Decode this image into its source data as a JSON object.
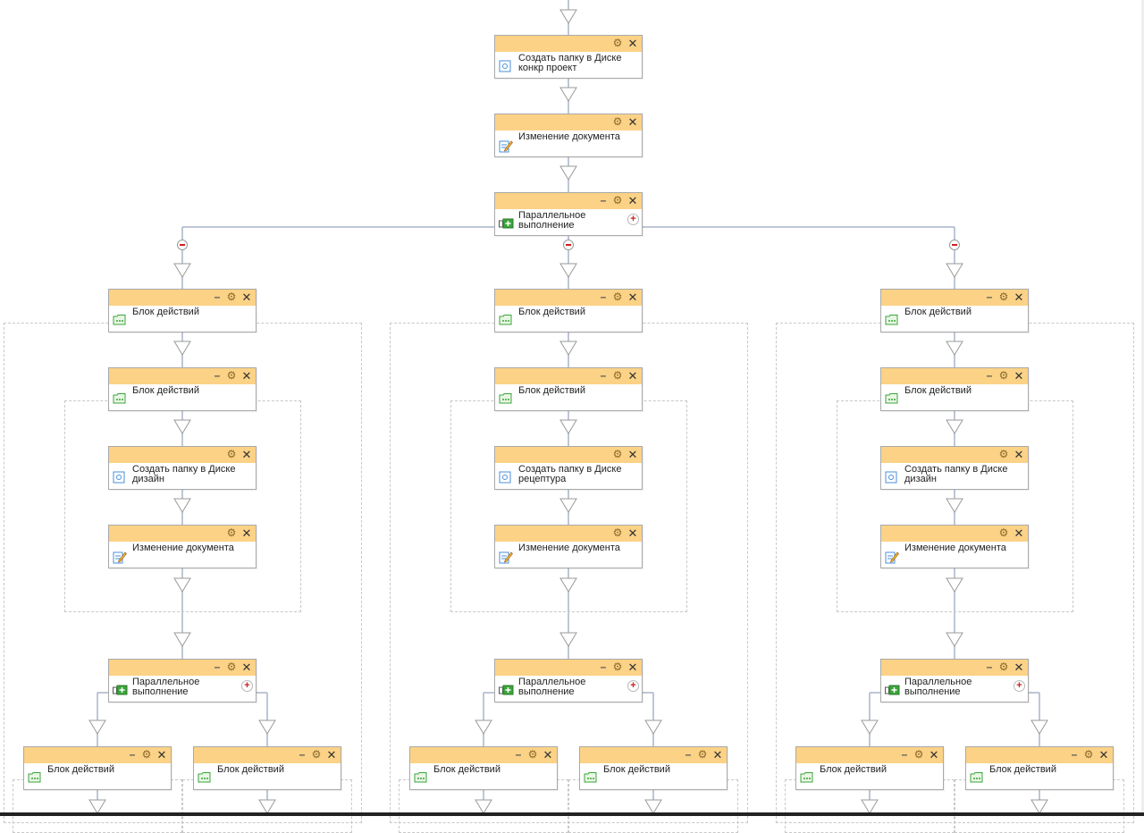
{
  "ui": {
    "controls": {
      "minimize": "–",
      "settings": "⚙",
      "close": "✕",
      "add": "+"
    }
  },
  "colors": {
    "header": "#fbd286",
    "connector": "#a8b4c8",
    "close_red": "#d21c1c",
    "icon_green": "#3aa53a",
    "icon_blue": "#4a8fd8"
  },
  "icons": {
    "folder": "folder-icon",
    "document": "edit-document-icon",
    "parallel": "parallel-execution-icon",
    "actions": "action-block-icon"
  },
  "workflow": {
    "top_blocks": [
      {
        "label": "Создать папку в Диске конкр проект",
        "icon": "folder",
        "minimize": false
      },
      {
        "label": "Изменение документа",
        "icon": "document",
        "minimize": false
      },
      {
        "label": "Параллельное выполнение",
        "icon": "parallel",
        "minimize": true
      }
    ],
    "branches": [
      {
        "outer": "Блок действий",
        "inner": "Блок действий",
        "steps": [
          "Создать папку в Диске дизайн",
          "Изменение документа"
        ],
        "parallel": "Параллельное выполнение",
        "sub": [
          "Блок действий",
          "Блок действий"
        ]
      },
      {
        "outer": "Блок действий",
        "inner": "Блок действий",
        "steps": [
          "Создать папку в Диске рецептура",
          "Изменение документа"
        ],
        "parallel": "Параллельное выполнение",
        "sub": [
          "Блок действий",
          "Блок действий"
        ]
      },
      {
        "outer": "Блок действий",
        "inner": "Блок действий",
        "steps": [
          "Создать папку в Диске дизайн",
          "Изменение документа"
        ],
        "parallel": "Параллельное выполнение",
        "sub": [
          "Блок действий",
          "Блок действий"
        ]
      }
    ]
  }
}
